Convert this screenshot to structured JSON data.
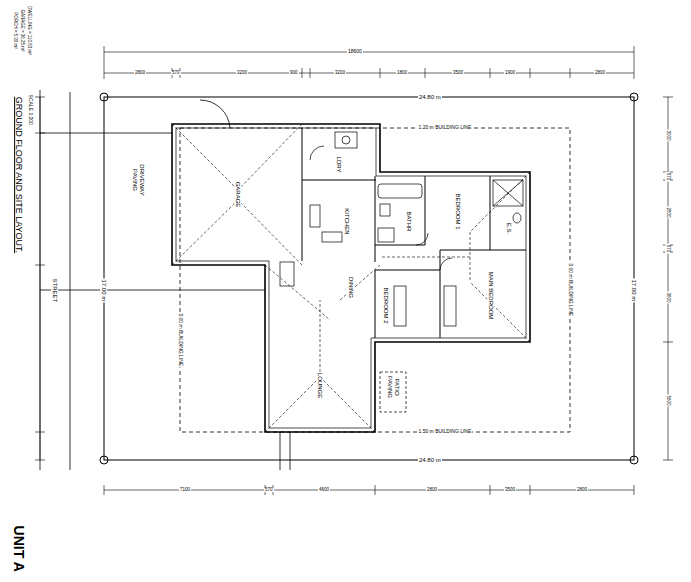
{
  "diagram": {
    "title": "GROUND FLOOR AND SITE LAYOUT.",
    "nodes": [
      {
        "text": [
          "DRIVEWAY",
          "PAVING"
        ]
      },
      {
        "text": [
          "GARAGE"
        ]
      },
      {
        "text": [
          "LDRY"
        ]
      },
      {
        "text": [
          "KITCHEN"
        ]
      },
      {
        "text": [
          "BATHR"
        ]
      },
      {
        "text": [
          "BEDROOM 1"
        ]
      },
      {
        "text": [
          "E.S."
        ]
      },
      {
        "text": [
          "DINING"
        ]
      },
      {
        "text": [
          "MAIN BEDROOM"
        ]
      },
      {
        "text": [
          "BEDROOM 2"
        ]
      },
      {
        "text": [
          "LOUNGE"
        ]
      },
      {
        "text": [
          "PATIO",
          "PAVING"
        ]
      }
    ],
    "labels": [
      "SCALE 1:200",
      "UNIT A",
      "STREET",
      "DWELLING = 110.53 m²",
      "GARAGE = 36.25 m²",
      "PORCH = 5.30 m²",
      "24.80 m",
      "24.80 m",
      "17.00 m",
      "17.00 m",
      "1.20 m BUILDING LINE",
      "3.00 m BUILDING LINE",
      "3.00 m BUILDING LINE",
      "1.50 m BUILDING LINE",
      "18600",
      "2800",
      "570",
      "3200",
      "900",
      "3200",
      "1800",
      "3500",
      "1900",
      "2800",
      "7100",
      "570",
      "4600",
      "2800",
      "3500",
      "2800",
      "3000",
      "570",
      "2800",
      "570",
      "3600",
      "5600"
    ]
  }
}
